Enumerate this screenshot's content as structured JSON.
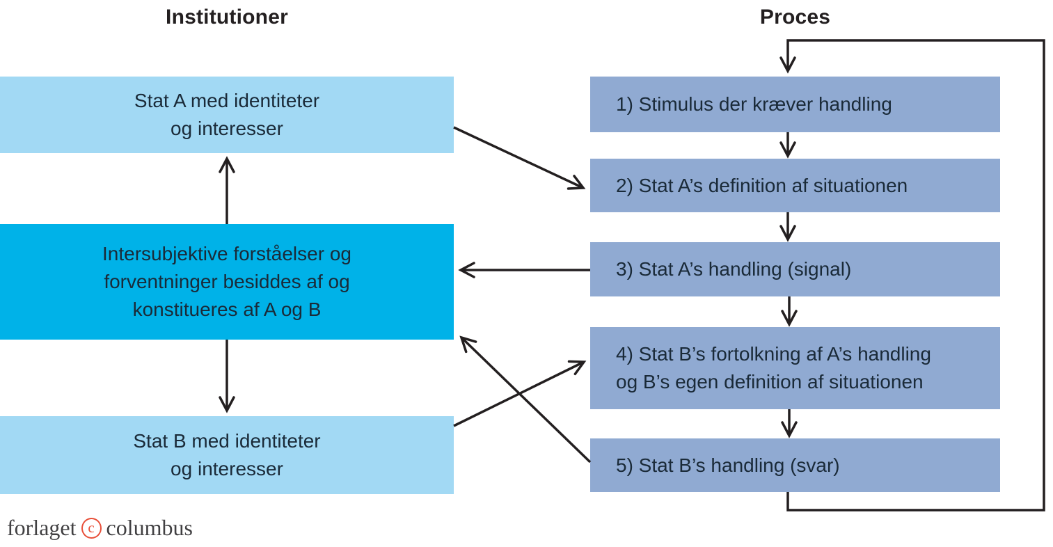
{
  "titles": {
    "institutions": "Institutioner",
    "process": "Proces"
  },
  "institution_boxes": {
    "state_a": "Stat A med identiteter\nog interesser",
    "intersubjective": "Intersubjektive forståelser og\nforventninger besiddes af og\nkonstitueres af A og B",
    "state_b": "Stat B med identiteter\nog interesser"
  },
  "process_boxes": [
    {
      "label": "1) Stimulus der kræver handling"
    },
    {
      "label": "2) Stat A’s definition af situationen"
    },
    {
      "label": "3) Stat A’s handling (signal)"
    },
    {
      "label": "4) Stat B’s fortolkning af A’s handling\nog B’s egen definition af situationen"
    },
    {
      "label": "5) Stat B’s handling (svar)"
    }
  ],
  "footer": {
    "publisher_word_left": "forlaget",
    "publisher_word_right": "columbus",
    "copyright_glyph": "c"
  },
  "colors": {
    "institution_light_blue": "#a2d9f4",
    "intersubjective_cyan": "#00b2e8",
    "process_blue": "#90aad2",
    "arrow_black": "#231f20",
    "logo_red": "#e8503a",
    "text_dark": "#1a2a38"
  }
}
